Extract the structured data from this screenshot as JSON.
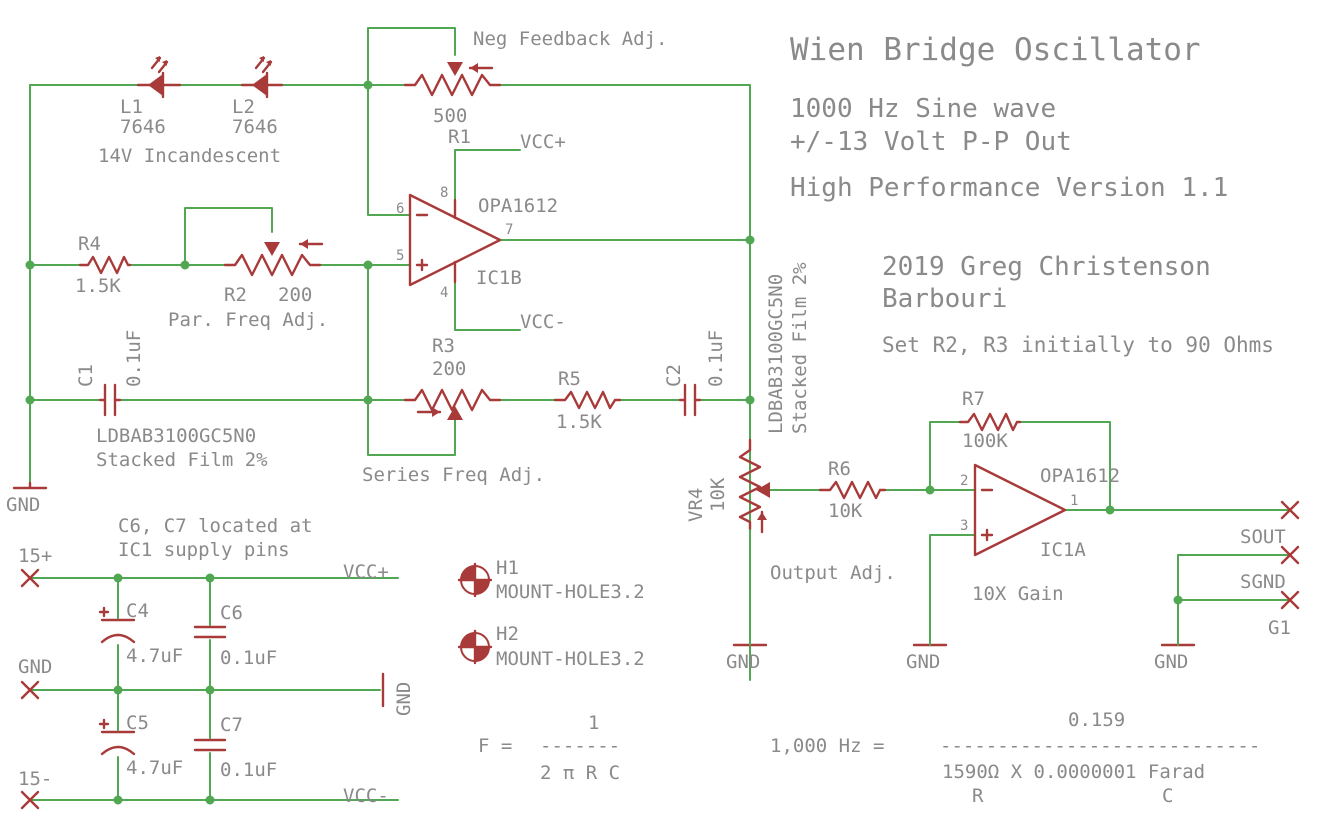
{
  "title": "Wien Bridge Oscillator",
  "subtitle1": "1000 Hz Sine wave",
  "subtitle2": "+/-13 Volt P-P Out",
  "version": "High Performance Version 1.1",
  "author1": "2019 Greg Christenson",
  "author2": "Barbouri",
  "setup_note": "Set R2, R3 initially to 90 Ohms",
  "components": {
    "l1": {
      "name": "L1",
      "value": "7646"
    },
    "l2": {
      "name": "L2",
      "value": "7646"
    },
    "lamps_note": "14V Incandescent",
    "r1": {
      "name": "R1",
      "value": "500",
      "note": "Neg Feedback Adj."
    },
    "r2": {
      "name": "R2",
      "value": "200",
      "note": "Par. Freq Adj."
    },
    "r3": {
      "name": "R3",
      "value": "200",
      "note": "Series Freq Adj."
    },
    "r4": {
      "name": "R4",
      "value": "1.5K"
    },
    "r5": {
      "name": "R5",
      "value": "1.5K"
    },
    "r6": {
      "name": "R6",
      "value": "10K"
    },
    "r7": {
      "name": "R7",
      "value": "100K"
    },
    "c1": {
      "name": "C1",
      "value": "0.1uF",
      "part": "LDBAB3100GC5N0",
      "type": "Stacked Film 2%"
    },
    "c2": {
      "name": "C2",
      "value": "0.1uF",
      "part": "LDBAB3100GC5N0",
      "type": "Stacked Film 2%"
    },
    "c4": {
      "name": "C4",
      "value": "4.7uF"
    },
    "c5": {
      "name": "C5",
      "value": "4.7uF"
    },
    "c6": {
      "name": "C6",
      "value": "0.1uF"
    },
    "c7": {
      "name": "C7",
      "value": "0.1uF"
    },
    "cap_note1": "C6, C7 located at",
    "cap_note2": "IC1 supply pins",
    "vr4": {
      "name": "VR4",
      "value": "10K",
      "note": "Output Adj."
    },
    "ic1a": {
      "name": "IC1A",
      "part": "OPA1612",
      "note": "10X Gain",
      "pin_in_neg": "2",
      "pin_in_pos": "3",
      "pin_out": "1"
    },
    "ic1b": {
      "name": "IC1B",
      "part": "OPA1612",
      "pin_in_neg": "6",
      "pin_in_pos": "5",
      "pin_out": "7",
      "pin_vp": "8",
      "pin_vn": "4"
    },
    "h1": {
      "name": "H1",
      "value": "MOUNT-HOLE3.2"
    },
    "h2": {
      "name": "H2",
      "value": "MOUNT-HOLE3.2"
    }
  },
  "nets": {
    "vcc_pos": "VCC+",
    "vcc_neg": "VCC-",
    "gnd": "GND",
    "p15": "15+",
    "n15": "15-",
    "sout": "SOUT",
    "sgnd": "SGND",
    "g1": "G1"
  },
  "formula": {
    "f_lhs": "F =",
    "f_num": "1",
    "f_bar": "-------",
    "f_den": "2 π R C",
    "ex_lhs": "1,000 Hz =",
    "ex_num": "0.159",
    "ex_bar": "----------------------------",
    "ex_den": "1590Ω X 0.0000001 Farad",
    "ex_r": "R",
    "ex_c": "C"
  },
  "colors": {
    "wire": "#52a852",
    "component": "#a83a3a",
    "text": "#8a8a8a"
  }
}
